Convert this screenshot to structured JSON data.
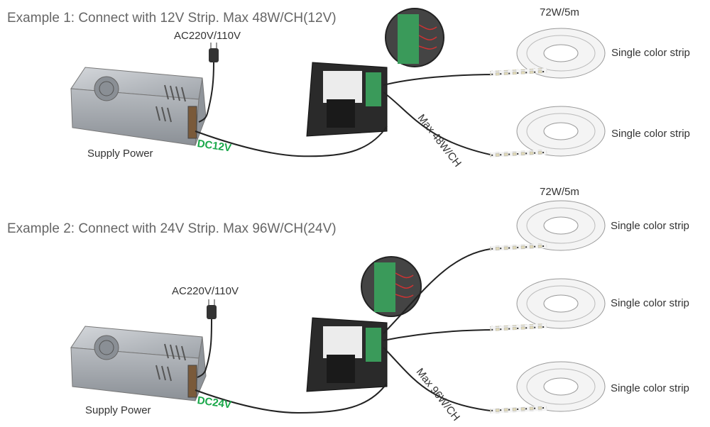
{
  "examples": [
    {
      "title": "Example 1: Connect with 12V Strip. Max 48W/CH(12V)",
      "ac_label": "AC220V/110V",
      "dc_label": "DC12V",
      "supply_label": "Supply Power",
      "max_label": "Max 48W/CH",
      "strip_rating": "72W/5m",
      "strips": [
        "Single color strip",
        "Single color strip"
      ]
    },
    {
      "title": "Example 2: Connect with 24V Strip. Max 96W/CH(24V)",
      "ac_label": "AC220V/110V",
      "dc_label": "DC24V",
      "supply_label": "Supply Power",
      "max_label": "Max 96W/CH",
      "strip_rating": "72W/5m",
      "strips": [
        "Single color strip",
        "Single color strip",
        "Single color strip"
      ]
    }
  ],
  "colors": {
    "dc_text": "#1aa84a",
    "wire": "#222222",
    "power_supply": "#a9adb3",
    "controller": "#2a2a2a",
    "terminal": "#3a9a5a",
    "strip_reel": "#f2f2f2"
  }
}
